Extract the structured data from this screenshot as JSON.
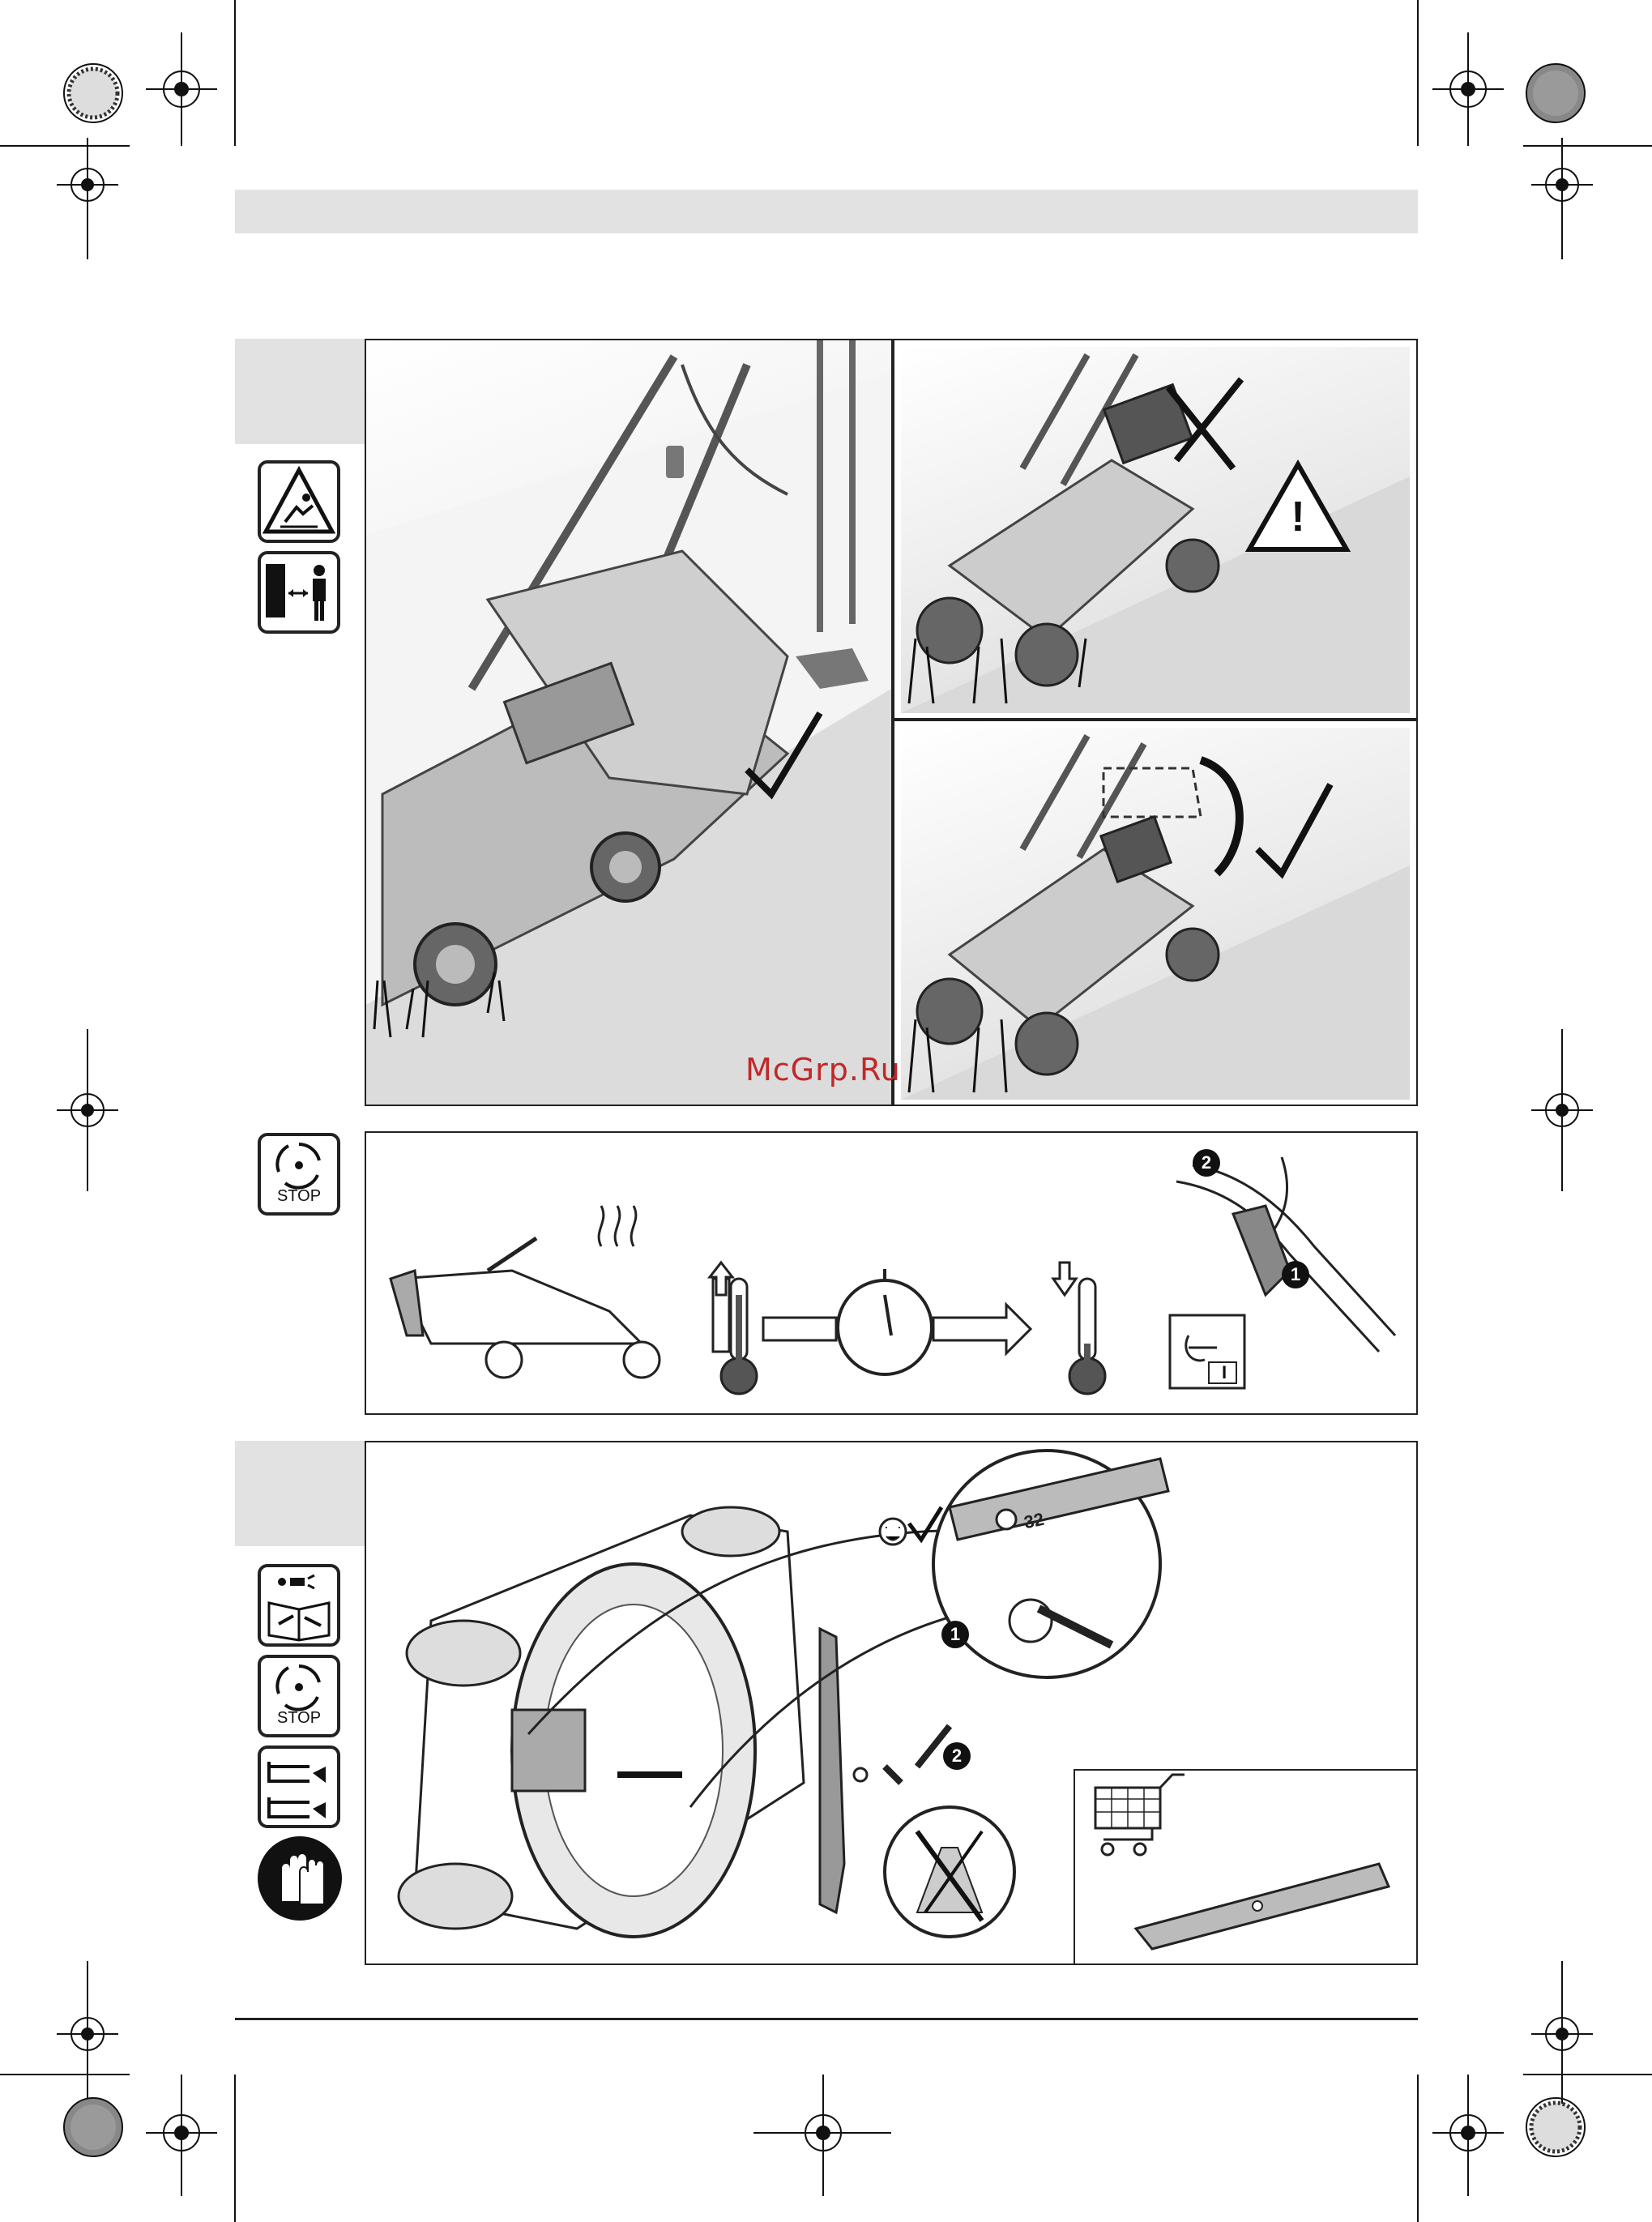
{
  "watermark": "McGrp.Ru",
  "page_frame": {
    "background": "#ffffff",
    "header_color": "#e2e2e2",
    "accent": "#c0282a"
  },
  "sections": {
    "slope_mowing": {
      "icons": [
        "thrown-object-warning-icon",
        "keep-bystanders-away-icon"
      ],
      "panels": {
        "main": {
          "status": "check"
        },
        "top_right": {
          "status": "cross",
          "warning": "!"
        },
        "bottom_right": {
          "status": "check"
        }
      }
    },
    "cooldown": {
      "icon_label": "STOP",
      "steps": [
        "mower-hot-icon",
        "temperature-high-icon",
        "timer-icon",
        "temperature-low-icon"
      ],
      "markers": [
        "2",
        "1"
      ],
      "setting_label": "I"
    },
    "blade_replace": {
      "icon_label": "STOP",
      "icons": [
        "unplug-manual-icon",
        "blade-stop-icon",
        "sequence-icon",
        "gloves-icon"
      ],
      "markers": [
        "1",
        "2"
      ],
      "blade_number": "32"
    }
  }
}
